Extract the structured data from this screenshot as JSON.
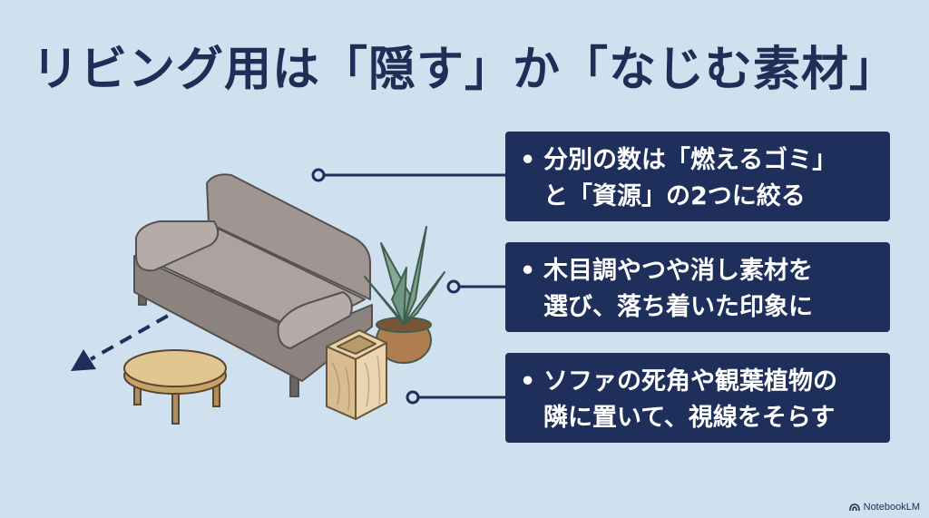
{
  "title": "リビング用は「隠す」か「なじむ素材」",
  "callouts": [
    {
      "bullet": "•",
      "line1": "分別の数は「燃えるゴミ」",
      "line2": "と「資源」の2つに絞る"
    },
    {
      "bullet": "•",
      "line1": "木目調やつや消し素材を",
      "line2": "選び、落ち着いた印象に"
    },
    {
      "bullet": "•",
      "line1": "ソファの死角や観葉植物の",
      "line2": "隣に置いて、視線をそらす"
    }
  ],
  "watermark": "NotebookLM",
  "colors": {
    "background": "#cfe0ef",
    "navy": "#1f2f5b",
    "sofa": "#a39b97",
    "wood": "#e0c79a"
  }
}
